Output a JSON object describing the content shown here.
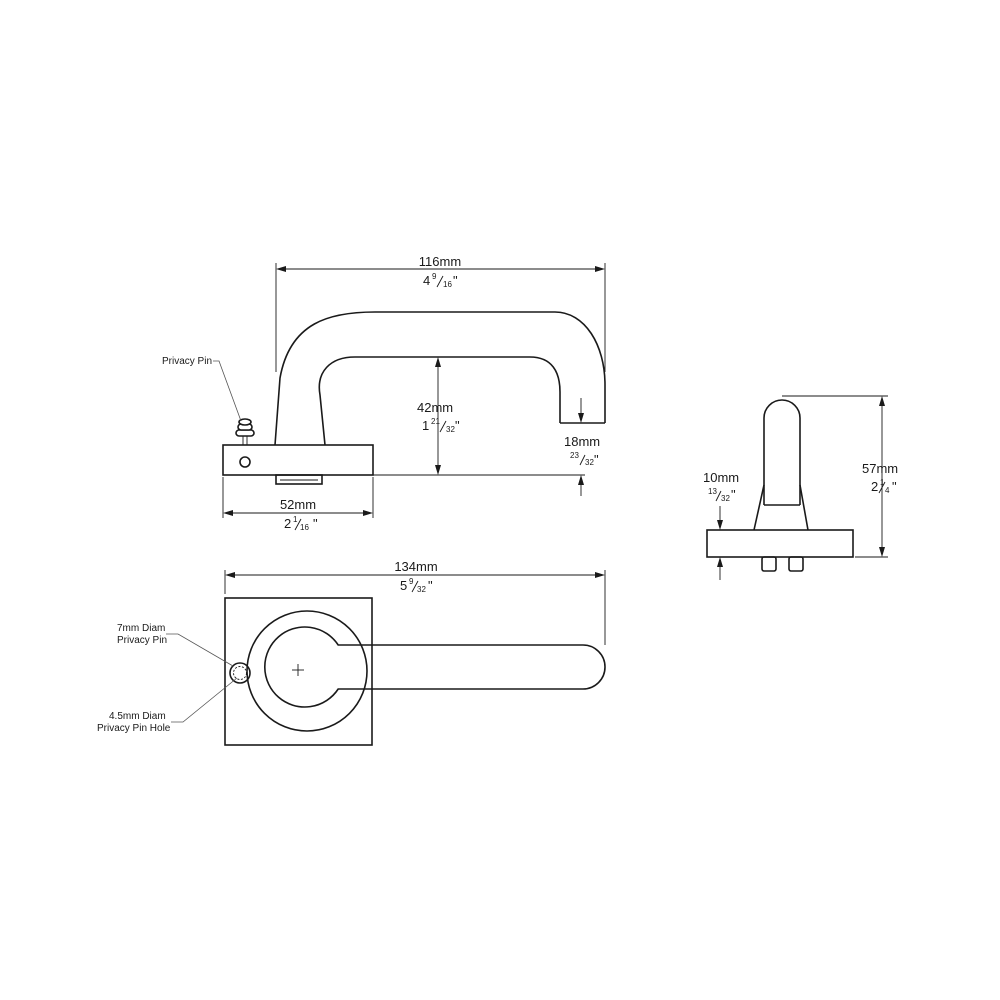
{
  "callouts": {
    "privacy_pin": "Privacy Pin",
    "pin_diam_line1": "7mm Diam",
    "pin_diam_line2": "Privacy Pin",
    "hole_diam_line1": "4.5mm Diam",
    "hole_diam_line2": "Privacy Pin Hole"
  },
  "dimensions": {
    "projection": {
      "mm": "116mm",
      "whole": "4",
      "num": "9",
      "den": "16",
      "mark": "\""
    },
    "height": {
      "mm": "42mm",
      "whole": "1",
      "num": "21",
      "den": "32",
      "mark": "\""
    },
    "lever_thickness": {
      "mm": "18mm",
      "num": "23",
      "den": "32",
      "mark": "\""
    },
    "rose_width": {
      "mm": "52mm",
      "whole": "2",
      "num": "1",
      "den": "16",
      "mark": "\""
    },
    "lever_length": {
      "mm": "134mm",
      "whole": "5",
      "num": "9",
      "den": "32",
      "mark": "\""
    },
    "rose_thickness": {
      "mm": "10mm",
      "num": "13",
      "den": "32",
      "mark": "\""
    },
    "overall_height": {
      "mm": "57mm",
      "whole": "2",
      "num": "1",
      "den": "4",
      "mark": "\""
    }
  }
}
